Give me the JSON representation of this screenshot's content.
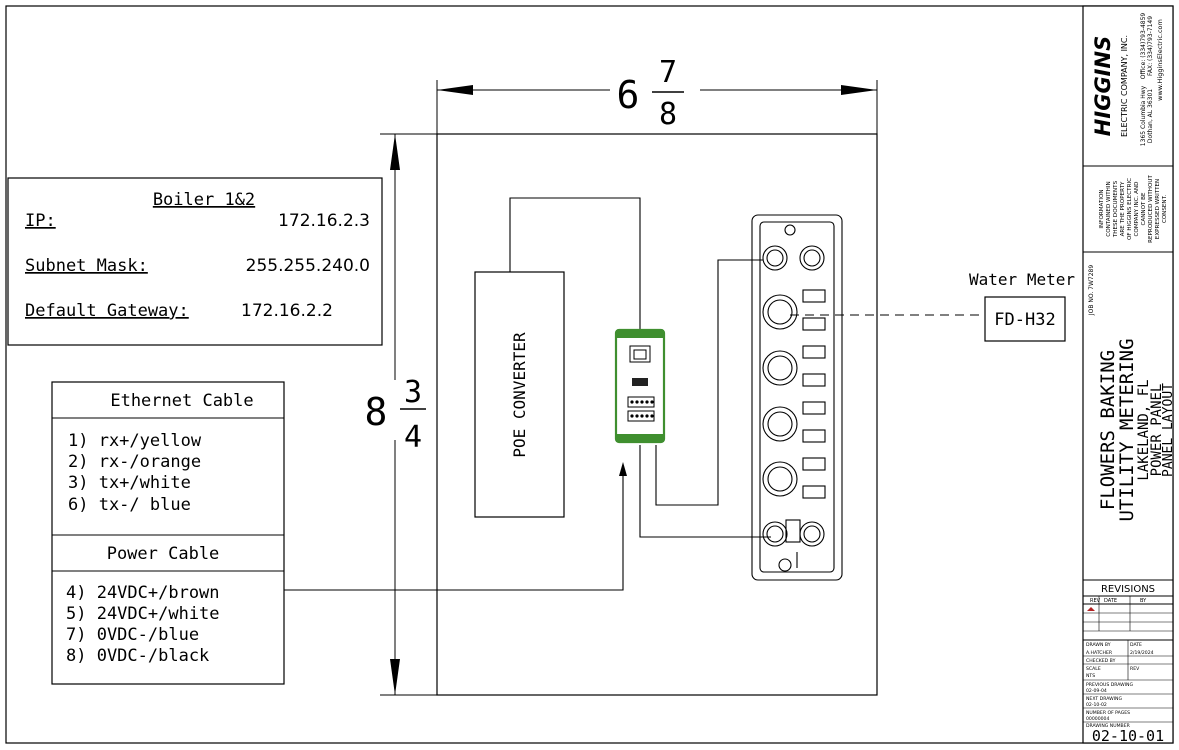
{
  "dimensions": {
    "width_whole": "6",
    "width_num": "7",
    "width_den": "8",
    "height_whole": "8",
    "height_num": "3",
    "height_den": "4"
  },
  "network_box": {
    "title": "Boiler 1&2",
    "rows": [
      {
        "label": "IP:",
        "value": "172.16.2.3"
      },
      {
        "label": "Subnet Mask:",
        "value": "255.255.240.0"
      },
      {
        "label": "Default Gateway:",
        "value": "172.16.2.2"
      }
    ]
  },
  "ethernet_box": {
    "title": "Ethernet Cable",
    "lines": [
      "1)  rx+/yellow",
      "2)  rx-/orange",
      "3)  tx+/white",
      "6)  tx-/ blue"
    ]
  },
  "power_box": {
    "title": "Power Cable",
    "lines": [
      "4) 24VDC+/brown",
      "5) 24VDC+/white",
      "7) 0VDC-/blue",
      "8) 0VDC-/black"
    ]
  },
  "poe_converter": {
    "label": "POE CONVERTER"
  },
  "water_meter": {
    "label": "Water Meter",
    "device": "FD-H32"
  },
  "title_block": {
    "company": "HIGGINS",
    "company_sub": "ELECTRIC COMPANY, INC.",
    "contact": [
      "Office: (334)793-4859",
      "FAX: (334)793-7149",
      "www.HigginsElectric.com"
    ],
    "address": [
      "1365 Columbia Hwy",
      "Dothan, AL 36301"
    ],
    "notice": [
      "INFORMATION",
      "CONTAINED WITHIN",
      "THESE DOCUMENTS",
      "ARE THE PROPERTY",
      "OF HIGGINS ELECTRIC",
      "COMPANY INC. AND",
      "CANNOT BE",
      "REPRODUCED WITHOUT",
      "EXPRESSED WRITTEN",
      "CONSENT."
    ],
    "job_no": "JOB NO. 7W7289",
    "project": [
      "FLOWERS BAKING",
      "UTILITY METERING",
      "LAKELAND, FL",
      "POWER PANEL",
      "PANEL LAYOUT"
    ],
    "revisions_title": "REVISIONS",
    "rev_headers": [
      "REV",
      "DATE",
      "BY"
    ],
    "info_rows": [
      "DRAWN BY",
      "DATE",
      "A.HATCHER",
      "2/19/2024",
      "CHECKED BY",
      "SCALE",
      "REV",
      "NTS",
      "PREVIOUS DRAWING",
      "02-09-04",
      "NEXT DRAWING",
      "02-10-02",
      "NUMBER OF PAGES",
      "00000004",
      "DRAWING NUMBER"
    ],
    "drawing_number": "02-10-01"
  },
  "header_strip": {
    "left": "",
    "right": ""
  },
  "colors": {
    "line": "#000000",
    "module_green": "#3f8f2f",
    "company_green": "#2e8b2e",
    "notice_red": "#b22222"
  }
}
